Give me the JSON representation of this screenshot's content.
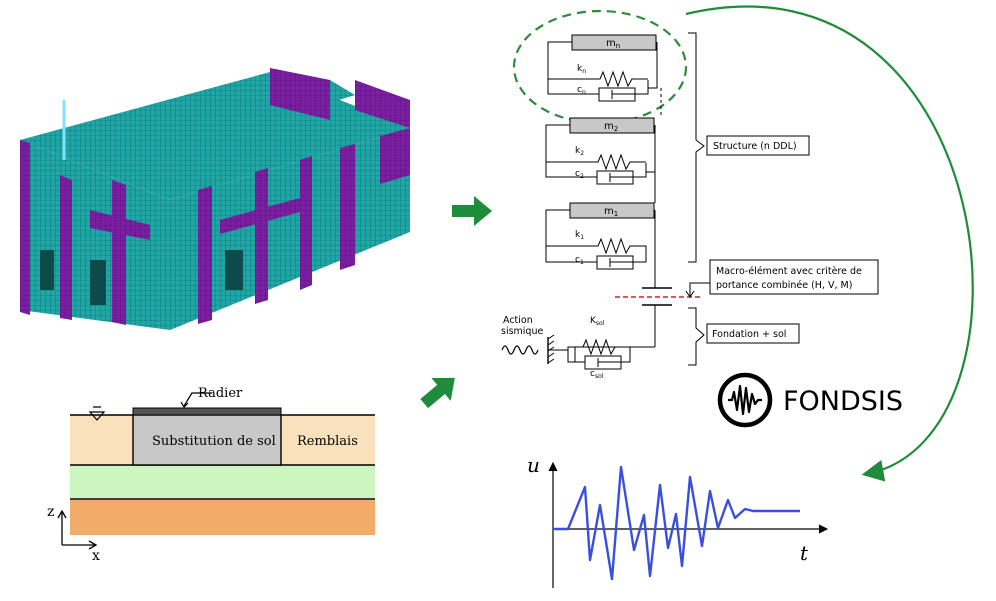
{
  "colors": {
    "mesh_cyan": "#1fa6a6",
    "mesh_purple": "#7a1fa2",
    "arrow_green": "#1e8c3a",
    "dashed_green": "#2e8b3a",
    "red_dashed": "#d02020",
    "mass_gray": "#c8c8c8",
    "soil_beige": "#f9e2bb",
    "soil_gray": "#c8c8c8",
    "soil_green": "#ccf5c0",
    "soil_orange": "#f2ac6a",
    "signal_blue": "#3a4fe0"
  },
  "model": {
    "masses": {
      "mn": {
        "base": "m",
        "sub": "n"
      },
      "m2": {
        "base": "m",
        "sub": "2"
      },
      "m1": {
        "base": "m",
        "sub": "1"
      }
    },
    "springs": {
      "kn": {
        "base": "k",
        "sub": "n"
      },
      "k2": {
        "base": "k",
        "sub": "2"
      },
      "k1": {
        "base": "k",
        "sub": "1"
      },
      "ksol": {
        "base": "K",
        "sub": "sol"
      }
    },
    "dampers": {
      "cn": {
        "base": "c",
        "sub": "n"
      },
      "c2": {
        "base": "c",
        "sub": "2"
      },
      "c1": {
        "base": "c",
        "sub": "1"
      },
      "csol": {
        "base": "c",
        "sub": "sol"
      }
    },
    "labels": {
      "structure": "Structure (n DDL)",
      "macro_line1": "Macro-élément avec critère de",
      "macro_line2": "portance combinée (H, V, M)",
      "foundation": "Fondation + sol",
      "action_line1": "Action",
      "action_line2": "sismique"
    }
  },
  "soil_section": {
    "radier": "Radier",
    "substitution": "Substitution de sol",
    "remblais": "Remblais",
    "axis_z": "z",
    "axis_x": "x"
  },
  "logo": {
    "text": "FONDSIS"
  },
  "response_plot": {
    "axis_y": "u",
    "axis_x": "t"
  }
}
